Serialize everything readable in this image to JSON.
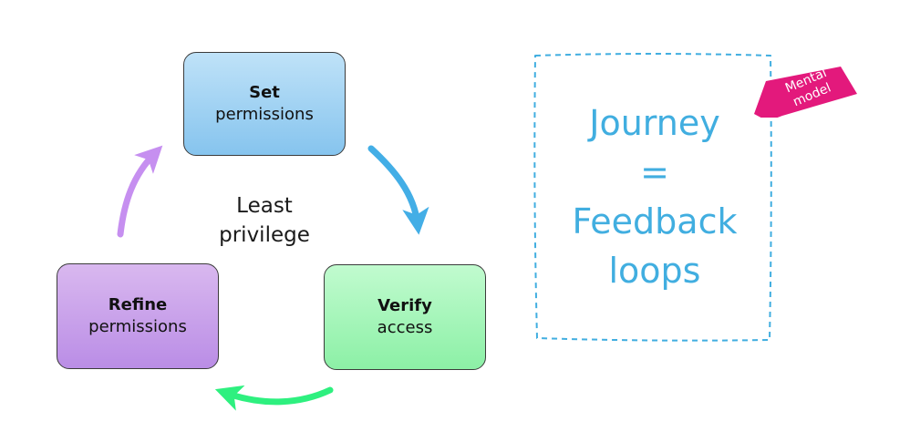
{
  "cycle": {
    "center_label_line1": "Least",
    "center_label_line2": "privilege",
    "nodes": [
      {
        "title": "Set",
        "subtitle": "permissions",
        "color": "#9fd0f3"
      },
      {
        "title": "Verify",
        "subtitle": "access",
        "color": "#a4f5b8"
      },
      {
        "title": "Refine",
        "subtitle": "permissions",
        "color": "#c9a0ea"
      }
    ],
    "arrows": [
      {
        "from": "Set",
        "to": "Verify",
        "color": "#43aee6"
      },
      {
        "from": "Verify",
        "to": "Refine",
        "color": "#2ef07f"
      },
      {
        "from": "Refine",
        "to": "Set",
        "color": "#c68ff0"
      }
    ]
  },
  "mental_model": {
    "line1": "Journey",
    "line2": "=",
    "line3": "Feedback",
    "line4": "loops",
    "text_color": "#41aee0",
    "border_color": "#41aee0",
    "tag": {
      "line1": "Mental",
      "line2": "model",
      "color": "#e3197c"
    }
  }
}
